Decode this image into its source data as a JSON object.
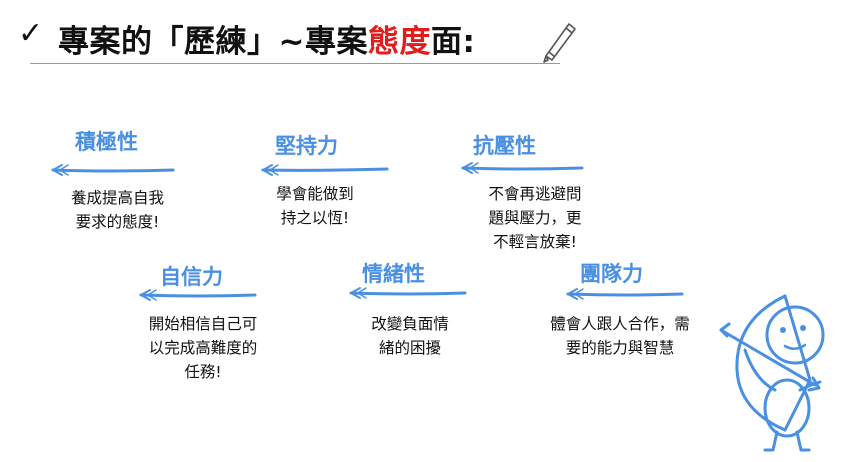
{
  "title": {
    "check": "✓",
    "part1": "專案的「歷練」~專案",
    "highlight": "態度",
    "part2": "面:"
  },
  "cards": [
    {
      "heading": "積極性",
      "desc_lines": [
        "養成提高自我",
        "要求的態度!"
      ]
    },
    {
      "heading": "堅持力",
      "desc_lines": [
        "學會能做到",
        "持之以恆!"
      ]
    },
    {
      "heading": "抗壓性",
      "desc_lines": [
        "不會再逃避問",
        "題與壓力，更",
        "不輕言放棄!"
      ]
    },
    {
      "heading": "自信力",
      "desc_lines": [
        "開始相信自己可",
        "以完成高難度的",
        "任務!"
      ]
    },
    {
      "heading": "情緒性",
      "desc_lines": [
        "改變負面情",
        "緒的困擾"
      ]
    },
    {
      "heading": "團隊力",
      "desc_lines": [
        "體會人跟人合作，需",
        "要的能力與智慧"
      ]
    }
  ],
  "colors": {
    "accent": "#4a90e2",
    "highlight": "#e01e1e",
    "text": "#111111"
  },
  "icons": [
    "check-icon",
    "pencil-icon",
    "arrow-icon",
    "archer-illustration"
  ]
}
